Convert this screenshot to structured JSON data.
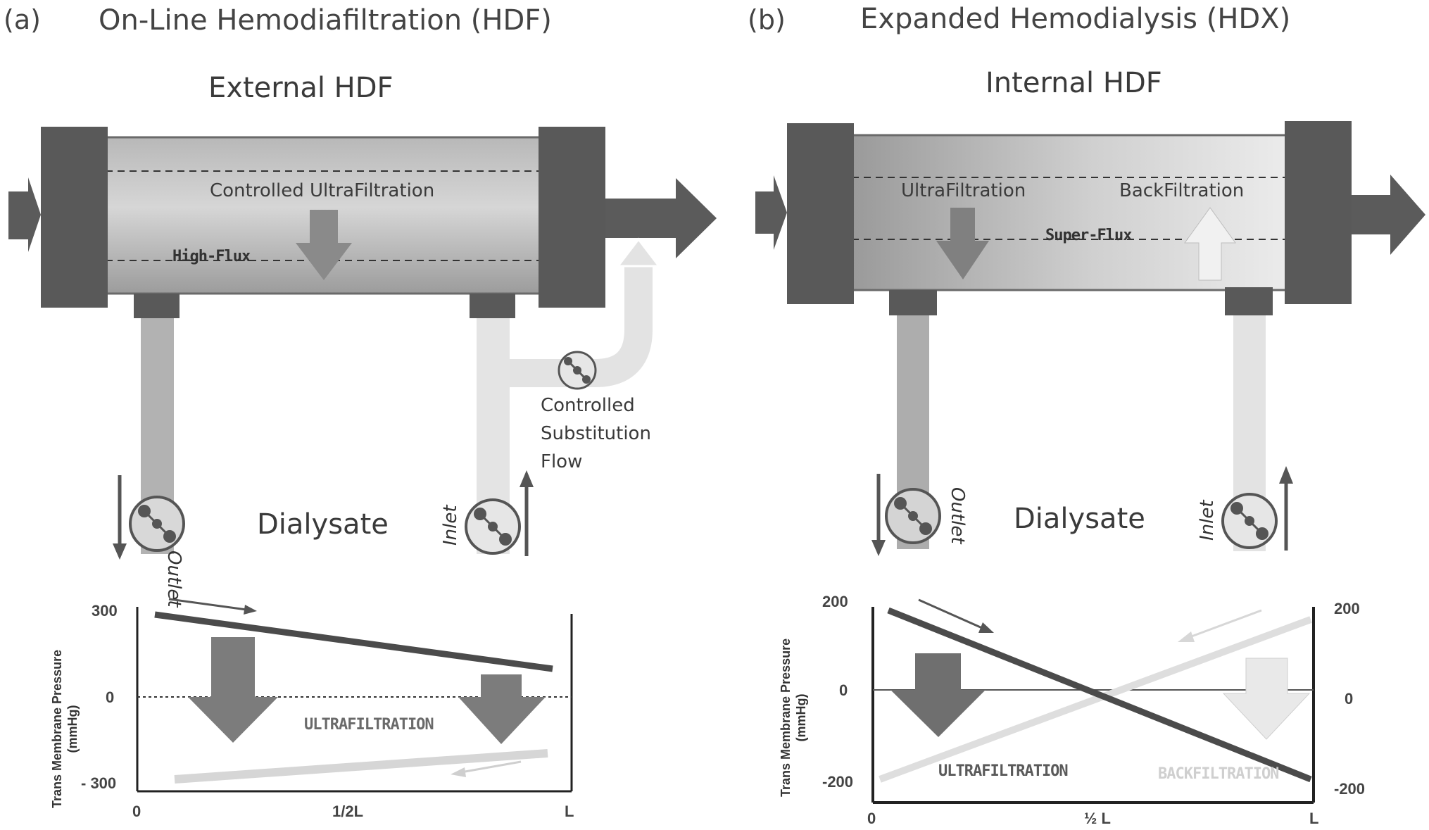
{
  "panel_a": {
    "letter": "(a)",
    "title": "On-Line Hemodiafiltration (HDF)",
    "subtitle": "External HDF",
    "membrane_label": "Controlled UltraFiltration",
    "flux_label": "High-Flux",
    "substitution_label": [
      "Controlled",
      "Substitution",
      "Flow"
    ],
    "dialysate_label": "Dialysate",
    "outlet_label": "Outlet",
    "inlet_label": "Inlet",
    "graph": {
      "axis_title": [
        "Trans Membrane Pressure",
        "(mmHg)"
      ],
      "y_ticks": [
        "300",
        "0",
        "- 300"
      ],
      "x_ticks": [
        "0",
        "1/2L",
        "L"
      ],
      "region_label": "ULTRAFILTRATION"
    }
  },
  "panel_b": {
    "letter": "(b)",
    "title": "Expanded Hemodialysis (HDX)",
    "subtitle": "Internal HDF",
    "ultra_label": "UltraFiltration",
    "back_label": "BackFiltration",
    "flux_label": "Super-Flux",
    "dialysate_label": "Dialysate",
    "outlet_label": "Outlet",
    "inlet_label": "Inlet",
    "graph": {
      "axis_title": [
        "Trans Membrane Pressure",
        "(mmHg)"
      ],
      "y_ticks_left": [
        "200",
        "0",
        "-200"
      ],
      "y_ticks_right": [
        "200",
        "0",
        "-200"
      ],
      "x_ticks": [
        "0",
        "½ L",
        "L"
      ],
      "ultra_region_label": "ULTRAFILTRATION",
      "back_region_label": "BACKFILTRATION"
    }
  },
  "colors": {
    "dark": "#5a5a5a",
    "mid": "#8a8a8a",
    "light": "#d9d9d9",
    "pale": "#ebebeb"
  }
}
